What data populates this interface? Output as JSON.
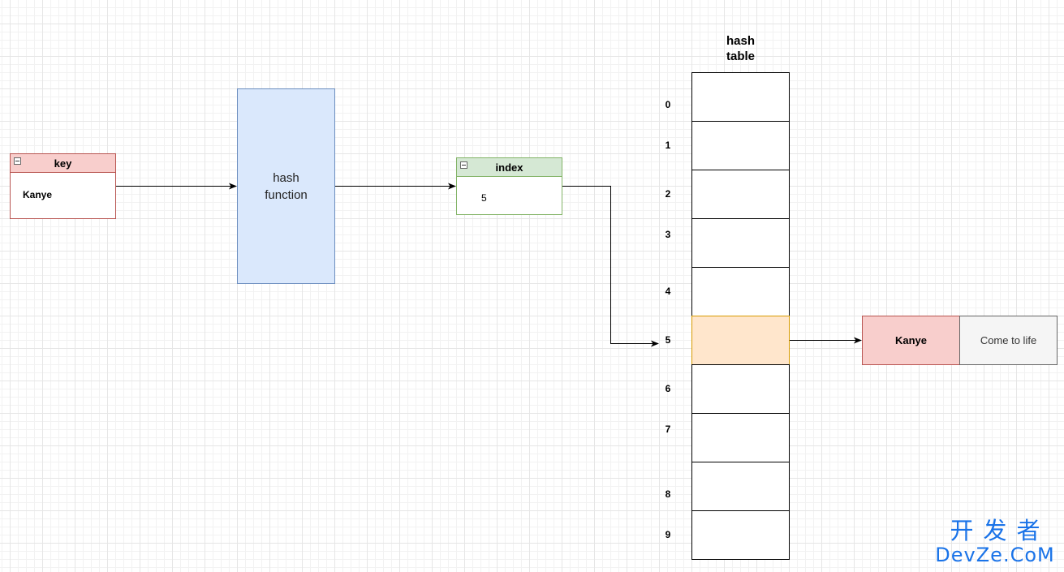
{
  "key_box": {
    "title": "key",
    "value": "Kanye"
  },
  "hash_function": {
    "label": "hash\nfunction"
  },
  "index_box": {
    "title": "index",
    "value": "5"
  },
  "hash_table": {
    "title": "hash\ntable",
    "indices": [
      "0",
      "1",
      "2",
      "3",
      "4",
      "5",
      "6",
      "7",
      "8",
      "9"
    ],
    "highlighted_index": 5
  },
  "entry": {
    "key": "Kanye",
    "value": "Come to life"
  },
  "watermark": {
    "cn": "开发者",
    "en": "DevZe.CoM"
  },
  "colors": {
    "key_fill": "#f8cecc",
    "key_stroke": "#b85450",
    "function_fill": "#dae8fc",
    "function_stroke": "#6c8ebf",
    "index_fill": "#d5e8d4",
    "index_stroke": "#82b366",
    "highlight_fill": "#ffe6cc",
    "highlight_stroke": "#d79b00",
    "value_fill": "#f5f5f5",
    "watermark": "#1a73e8"
  }
}
